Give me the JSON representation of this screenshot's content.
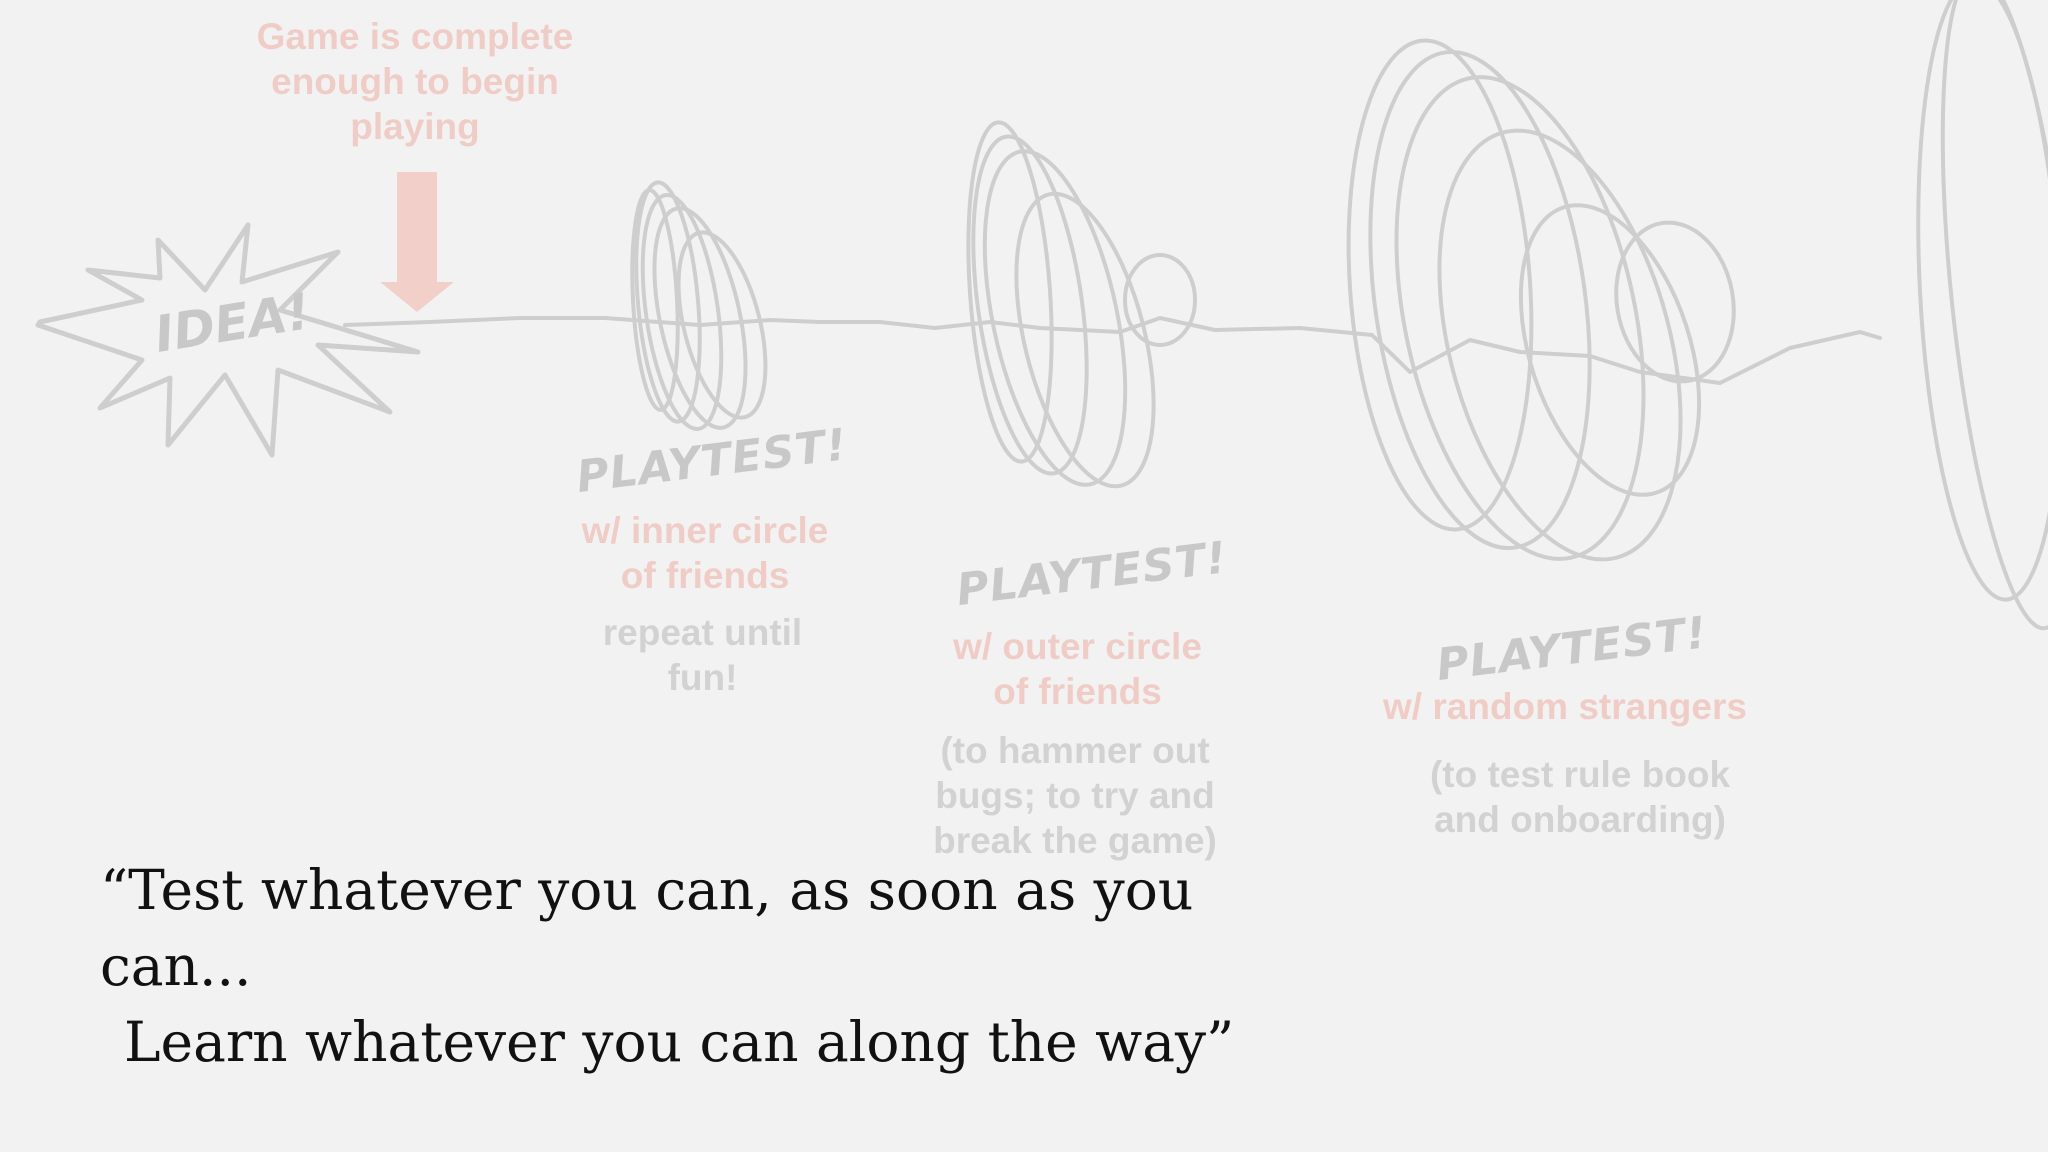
{
  "start_label": "Game is complete enough to begin playing",
  "idea_label": "IDEA!",
  "stages": [
    {
      "stamp": "PLAYTEST!",
      "audience": "w/ inner circle of friends",
      "note": "repeat until fun!"
    },
    {
      "stamp": "PLAYTEST!",
      "audience": "w/ outer circle of friends",
      "note": "(to hammer out bugs; to try and break the game)"
    },
    {
      "stamp": "PLAYTEST!",
      "audience": "w/ random strangers",
      "note": "(to test rule book and onboarding)"
    }
  ],
  "quote": {
    "line1": "“Test whatever you can, as soon as you can...",
    "line2": "Learn whatever you can along the way”"
  },
  "colors": {
    "background": "#f3f2f3",
    "sketch": "#cfcecf",
    "accent_pink": "#efcdc6",
    "note_gray": "#d3d2d3",
    "quote_text": "#111111"
  }
}
